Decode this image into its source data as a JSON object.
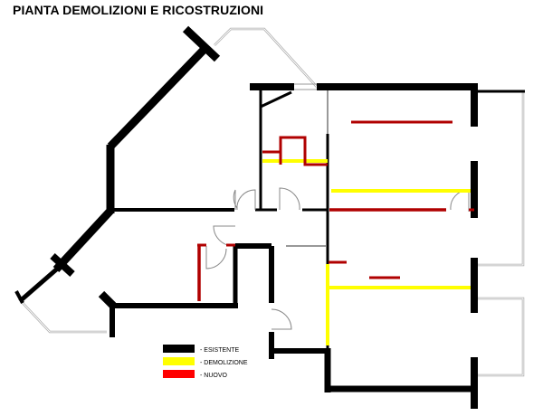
{
  "title": "PIANTA DEMOLIZIONI E RICOSTRUZIONI",
  "legend": [
    {
      "label": "- ESISTENTE",
      "color": "#000000"
    },
    {
      "label": "- DEMOLIZIONE",
      "color": "#ffff00"
    },
    {
      "label": "- NUOVO",
      "color": "#ff0000"
    }
  ],
  "colors": {
    "existing": "#000000",
    "demolition": "#ffff00",
    "new": "#b00000",
    "window": "#999999"
  }
}
